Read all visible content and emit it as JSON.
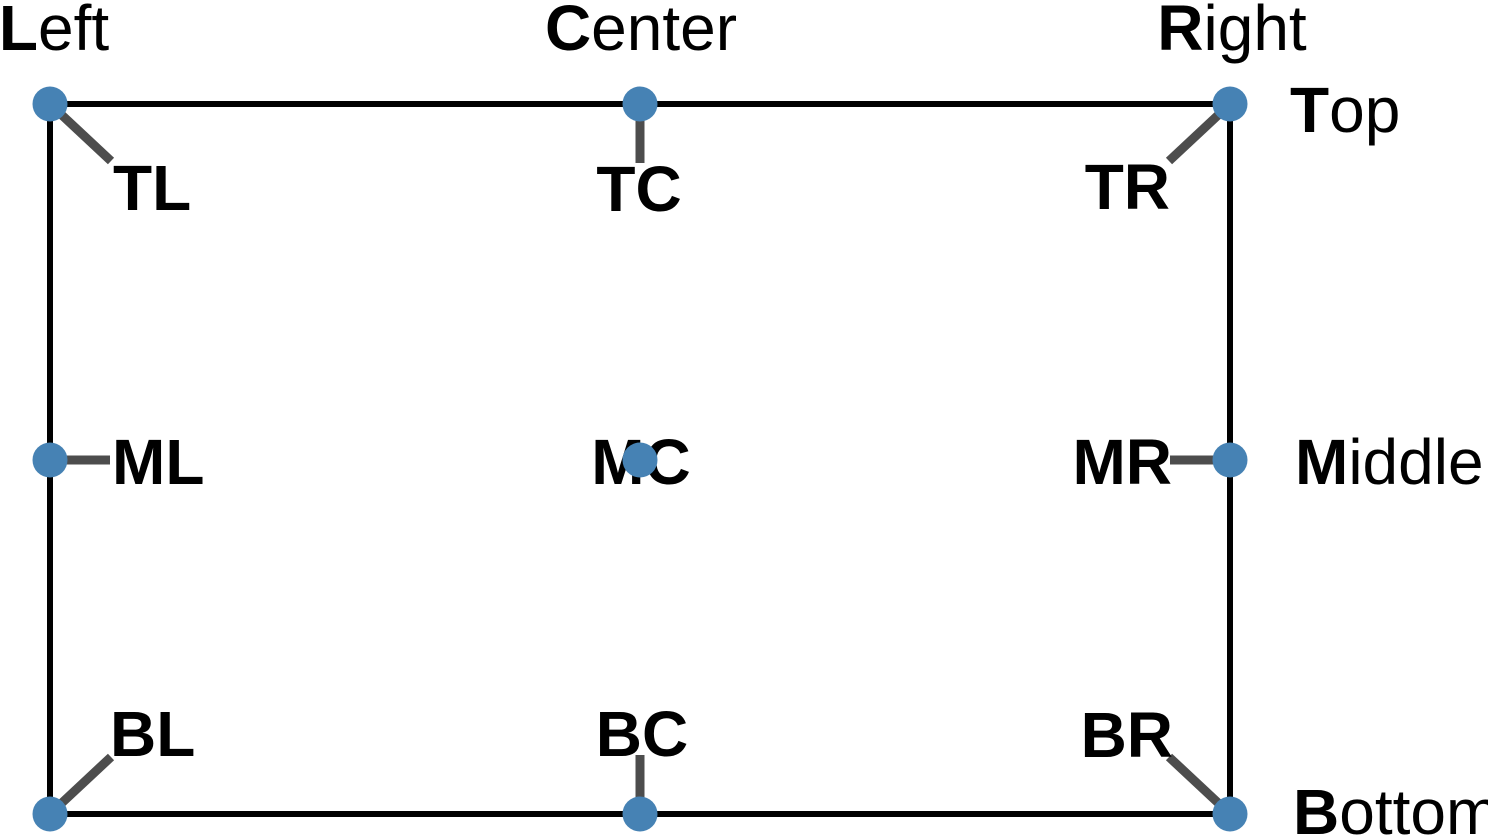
{
  "palette": {
    "background": "#ffffff",
    "frame_stroke": "#000000",
    "leader_stroke": "#4d4d4d",
    "point_fill": "#4682b4",
    "label_color": "#000000"
  },
  "edge_labels": {
    "left": {
      "bold": "L",
      "rest": "eft"
    },
    "center": {
      "bold": "C",
      "rest": "enter"
    },
    "right": {
      "bold": "R",
      "rest": "ight"
    },
    "top": {
      "bold": "T",
      "rest": "op"
    },
    "middle": {
      "bold": "M",
      "rest": "iddle"
    },
    "bottom": {
      "bold": "B",
      "rest": "ottom"
    }
  },
  "anchor_points": {
    "top_left": "TL",
    "top_center": "TC",
    "top_right": "TR",
    "middle_left": "ML",
    "middle_center": "MC",
    "middle_right": "MR",
    "bottom_left": "BL",
    "bottom_center": "BC",
    "bottom_right": "BR"
  }
}
